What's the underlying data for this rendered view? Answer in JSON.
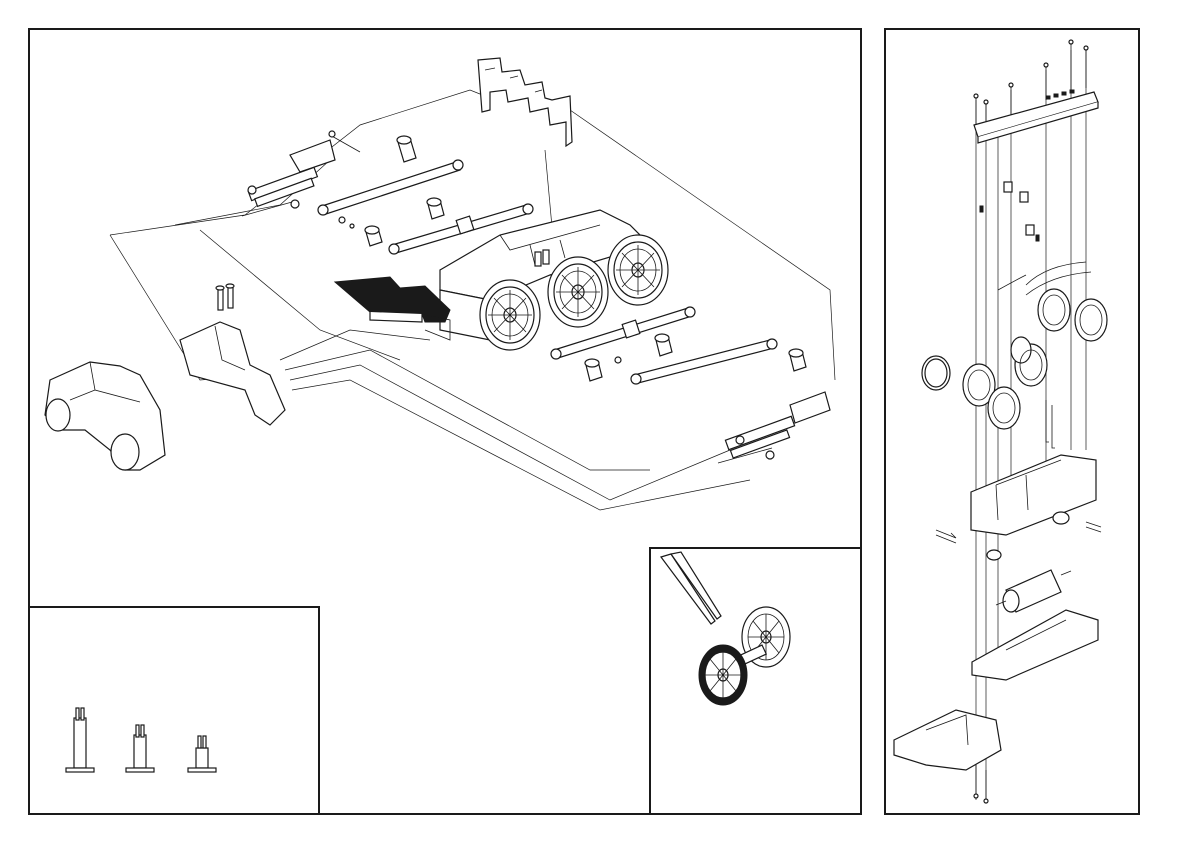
{
  "drawing": {
    "panels": [
      "main-exploded-view",
      "spacer-detail-inset",
      "wheel-tweezers-inset",
      "vertical-exploded-view"
    ],
    "colors": {
      "line": "#1a1a1a",
      "background": "#ffffff",
      "fill_dark": "#1a1a1a",
      "fill_gray": "#8a8a8a"
    }
  }
}
